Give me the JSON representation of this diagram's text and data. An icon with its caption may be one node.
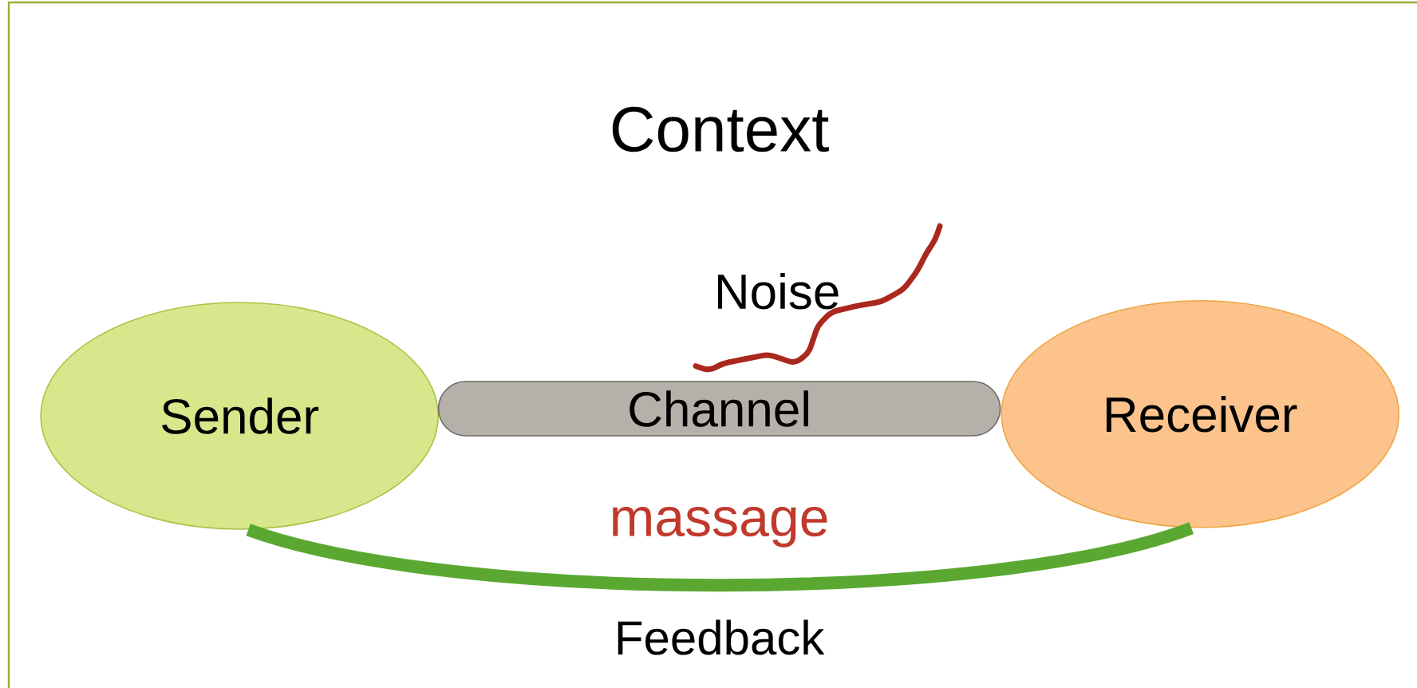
{
  "diagram": {
    "title": "Context",
    "nodes": [
      {
        "text": [
          "Sender"
        ]
      },
      {
        "text": [
          "Channel"
        ]
      },
      {
        "text": [
          "Receiver"
        ]
      }
    ],
    "edges": [
      {
        "from": 2,
        "to": 0,
        "arrow": "none",
        "label": "Feedback",
        "color": "#5aa832"
      }
    ],
    "labels": [
      "Noise",
      "massage"
    ]
  }
}
